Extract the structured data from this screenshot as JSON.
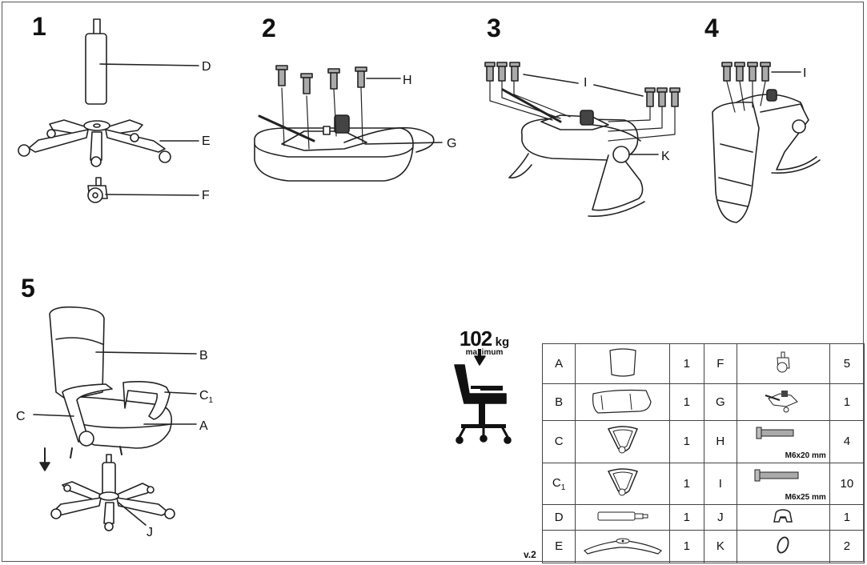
{
  "steps": [
    {
      "number": "1",
      "callouts": [
        "D",
        "E",
        "F"
      ]
    },
    {
      "number": "2",
      "callouts": [
        "H",
        "G"
      ]
    },
    {
      "number": "3",
      "callouts": [
        "I",
        "K"
      ]
    },
    {
      "number": "4",
      "callouts": [
        "I"
      ]
    },
    {
      "number": "5",
      "callouts": [
        "B",
        "C1",
        "C",
        "A",
        "J"
      ]
    }
  ],
  "weight_limit": {
    "value": "102",
    "unit": "kg",
    "label": "maximum"
  },
  "version": "v.2",
  "parts_table": [
    {
      "letter": "A",
      "icon": "backrest-icon",
      "qty": "1",
      "letter2": "F",
      "icon2": "caster-icon",
      "qty2": "5"
    },
    {
      "letter": "B",
      "icon": "seat-icon",
      "qty": "1",
      "letter2": "G",
      "icon2": "mechanism-icon",
      "qty2": "1"
    },
    {
      "letter": "C",
      "icon": "armrest-icon",
      "qty": "1",
      "letter2": "H",
      "icon2": "screw-icon",
      "size2": "M6x20 mm",
      "qty2": "4"
    },
    {
      "letter": "C",
      "sub": "1",
      "icon": "armrest-icon",
      "qty": "1",
      "letter2": "I",
      "icon2": "screw-icon",
      "size2": "M6x25 mm",
      "qty2": "10"
    },
    {
      "letter": "D",
      "icon": "gas-lift-icon",
      "qty": "1",
      "letter2": "J",
      "icon2": "cap-icon",
      "qty2": "1"
    },
    {
      "letter": "E",
      "icon": "base-icon",
      "qty": "1",
      "letter2": "K",
      "icon2": "ring-icon",
      "qty2": "2"
    }
  ]
}
